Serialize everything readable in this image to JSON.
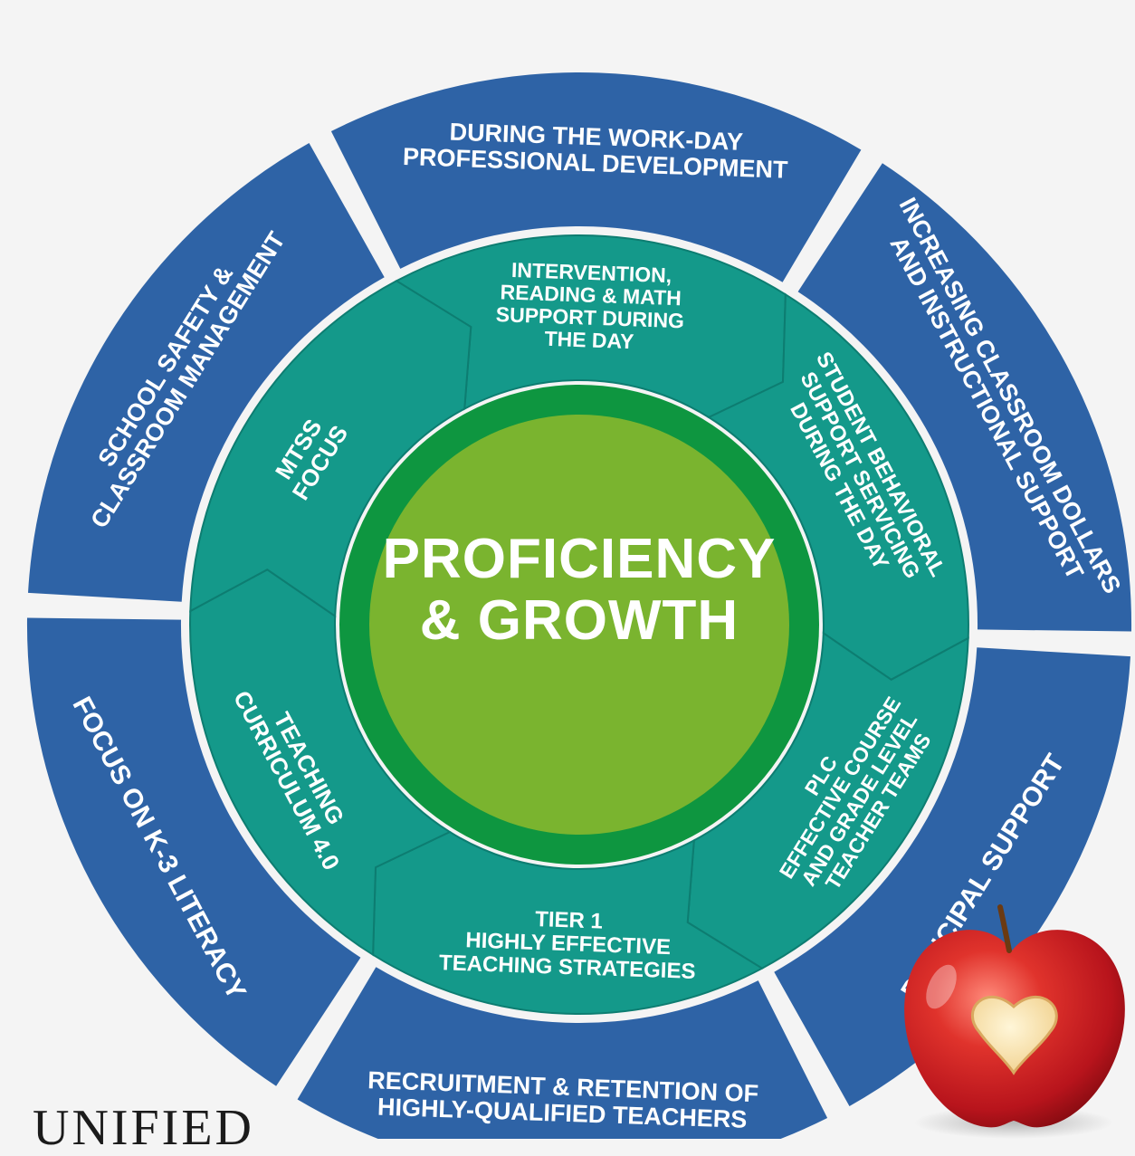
{
  "center": {
    "line1": "PROFICIENCY",
    "line2": "& GROWTH"
  },
  "outer_ring": [
    {
      "lines": [
        "DURING THE WORK-DAY",
        "PROFESSIONAL DEVELOPMENT"
      ]
    },
    {
      "lines": [
        "INCREASING CLASSROOM DOLLARS",
        "AND INSTRUCTIONAL SUPPORT"
      ]
    },
    {
      "lines": [
        "PRINCIPAL SUPPORT"
      ]
    },
    {
      "lines": [
        "RECRUITMENT & RETENTION OF",
        "HIGHLY-QUALIFIED TEACHERS"
      ]
    },
    {
      "lines": [
        "FOCUS ON K-3 LITERACY"
      ]
    },
    {
      "lines": [
        "SCHOOL SAFETY &",
        "CLASSROOM MANAGEMENT"
      ]
    }
  ],
  "inner_ring": [
    {
      "lines": [
        "INTERVENTION,",
        "READING & MATH",
        "SUPPORT DURING",
        "THE DAY"
      ]
    },
    {
      "lines": [
        "STUDENT BEHAVIORAL",
        "SUPPORT SERVICING",
        "DURING THE DAY"
      ]
    },
    {
      "lines": [
        "PLC",
        "EFFECTIVE COURSE",
        "AND GRADE LEVEL",
        "TEACHER TEAMS"
      ]
    },
    {
      "lines": [
        "TIER 1",
        "HIGHLY EFFECTIVE",
        "TEACHING STRATEGIES"
      ]
    },
    {
      "lines": [
        "TEACHING",
        "CURRICULUM 4.0"
      ]
    },
    {
      "lines": [
        "MTSS",
        "FOCUS"
      ]
    }
  ],
  "footer": {
    "wordmark": "UNIFIED"
  },
  "colors": {
    "outer_blue": "#2e63a6",
    "inner_teal": "#14998a",
    "center_dark_green": "#0e9640",
    "center_light_green": "#7ab42f",
    "background": "#f4f4f4",
    "apple_red": "#d8202a"
  },
  "icons": {
    "decoration": "apple-with-heart-icon"
  }
}
